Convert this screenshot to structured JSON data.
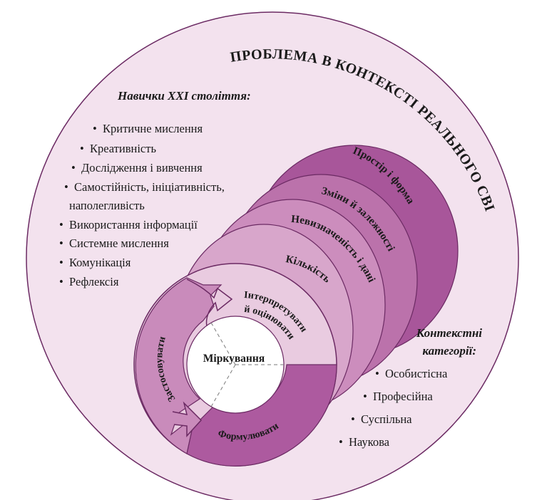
{
  "title": "ПРОБЛЕМА В КОНТЕКСТІ РЕАЛЬНОГО СВІТУ",
  "skills": {
    "heading": "Навички XXI століття:",
    "items": [
      "Критичне мислення",
      "Креативність",
      "Дослідження і вивчення",
      "Самостійність, ініціативність,",
      "наполегливість",
      "Використання інформації",
      "Системне мислення",
      "Комунікація",
      "Рефлексія"
    ]
  },
  "content_categories": [
    "Простір і форма",
    "Зміни й залежності",
    "Невизначеність і дані",
    "Кількість"
  ],
  "cycle": {
    "center": "Міркування",
    "interpret": [
      "Інтерпретувати",
      "й оцінювати"
    ],
    "apply": "Застосовувати",
    "formulate": "Формулювати"
  },
  "context": {
    "heading": [
      "Контекстні",
      "категорії:"
    ],
    "items": [
      "Особистісна",
      "Професійна",
      "Суспільна",
      "Наукова"
    ]
  },
  "colors": {
    "outer_circle": "#f3e2ee",
    "disc_dark": "#a8569a",
    "disc_mid": "#bb72ab",
    "disc_light": "#cc8dbd",
    "disc_lighter": "#d8a6cb",
    "cycle_light": "#e9cbe0",
    "cycle_left": "#c98bbb",
    "cycle_bottom": "#ad5a9f",
    "outline": "#6b2a63"
  }
}
